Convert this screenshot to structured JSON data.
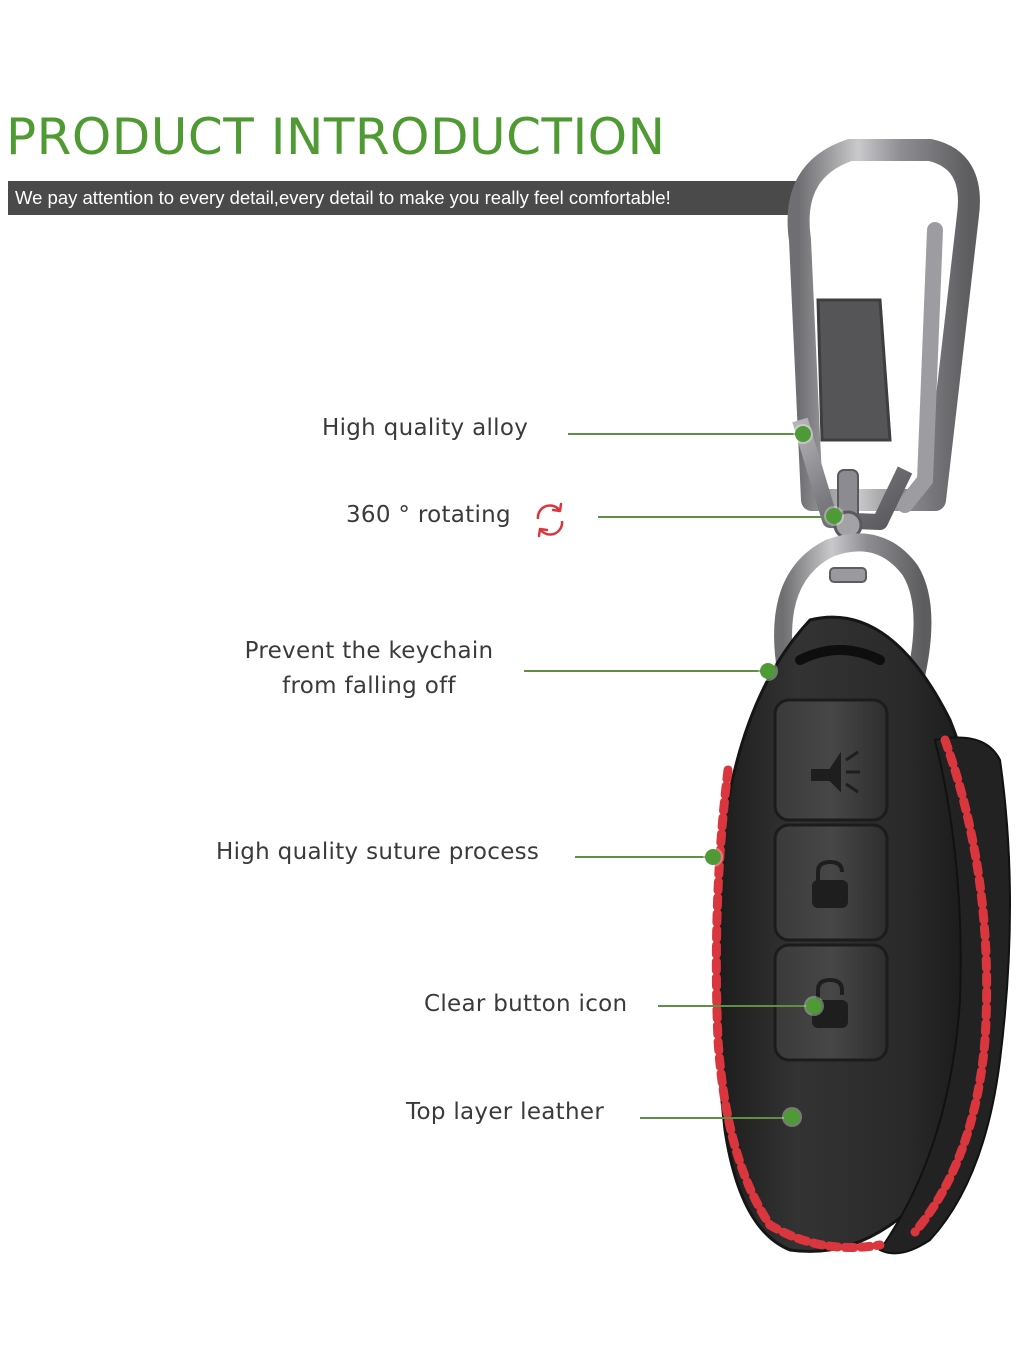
{
  "header": {
    "title": "PRODUCT INTRODUCTION",
    "subtitle": "We pay attention to every detail,every detail to make you really feel comfortable!"
  },
  "callouts": [
    {
      "label": "High quality alloy"
    },
    {
      "label": "360 ° rotating",
      "icon": "rotate-icon"
    },
    {
      "line1": "Prevent the keychain",
      "line2": "from falling off"
    },
    {
      "label": "High quality suture process"
    },
    {
      "label": "Clear button icon"
    },
    {
      "label": "Top layer leather"
    }
  ],
  "colors": {
    "title_green": "#4f9a32",
    "subtitle_bar": "#4a4a4a",
    "leader_line": "#5e8f44",
    "callout_dot": "#4e9a36",
    "stitching": "#d9363e",
    "leather": "#2b2b2b"
  },
  "fob_buttons": [
    {
      "icon": "panic-alarm-icon"
    },
    {
      "icon": "lock-icon"
    },
    {
      "icon": "unlock-icon"
    }
  ]
}
